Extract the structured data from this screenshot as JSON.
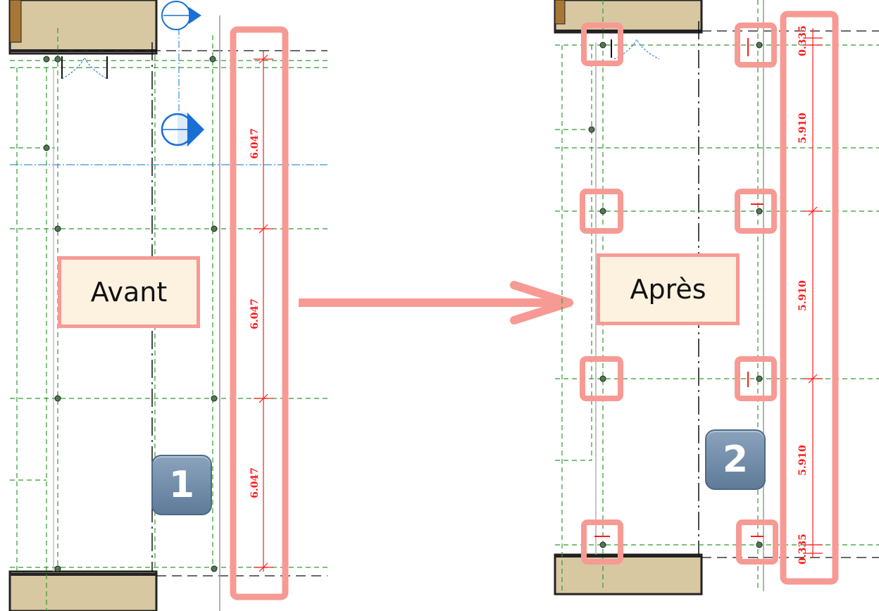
{
  "before": {
    "label": "Avant",
    "badge": "1",
    "dimensions": [
      "6.047",
      "6.047",
      "6.047"
    ]
  },
  "after": {
    "label": "Après",
    "badge": "2",
    "dimensions": [
      "0.335",
      "5.910",
      "5.910",
      "5.910",
      "0.335"
    ]
  },
  "colors": {
    "highlight": "#f79a94",
    "grid": "#2e9a2e",
    "dimension": "#ff1a1a",
    "elevation_marker": "#1a6fd6",
    "wall_fill": "#d7c8a2"
  },
  "icons": [
    "arrow-right-icon",
    "elevation-marker-icon",
    "grid-node-icon"
  ]
}
